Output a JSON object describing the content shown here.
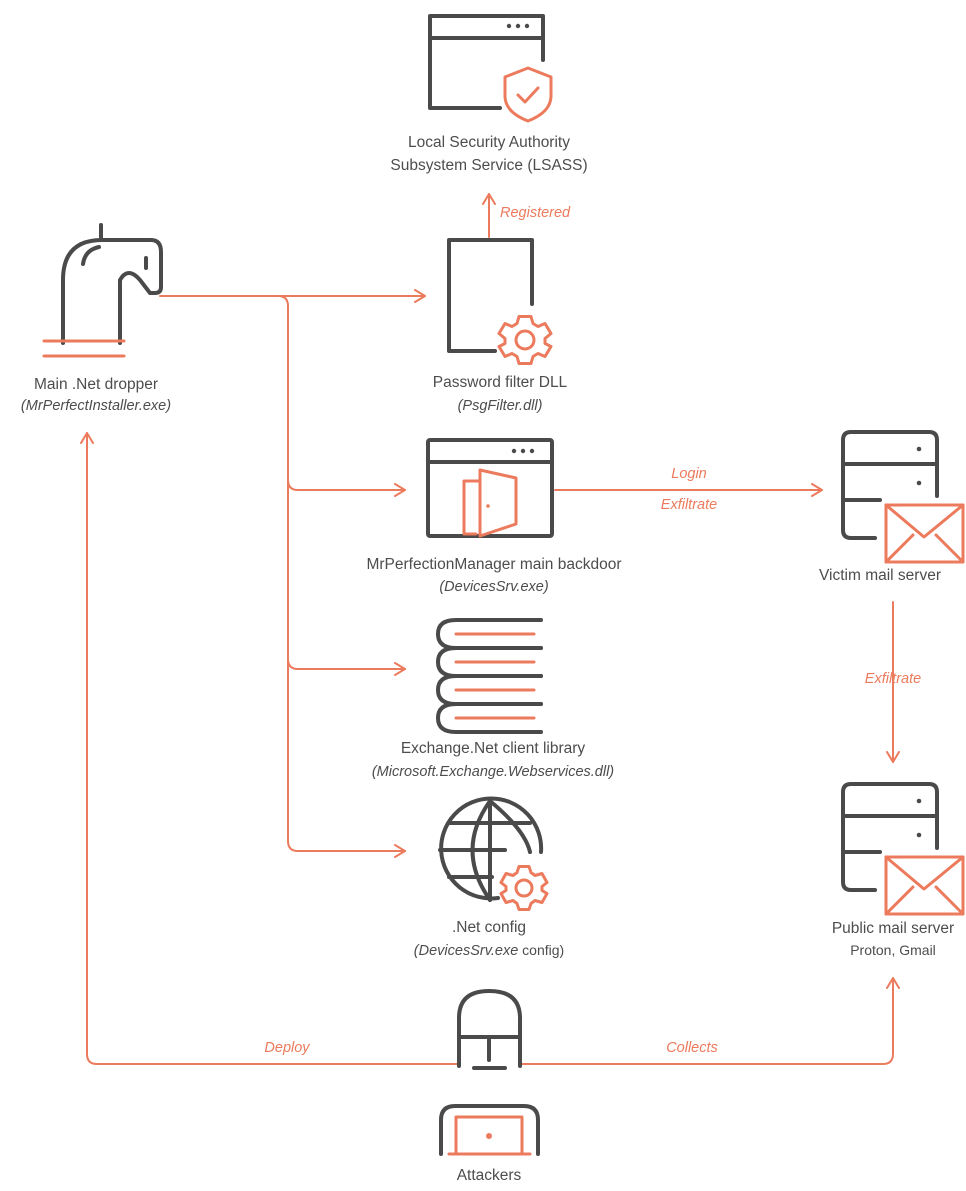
{
  "colors": {
    "accent": "#ec7a5c",
    "icon": "#4a4a4a",
    "text": "#4d4d4d",
    "background": "#ffffff"
  },
  "nodes": {
    "lsass": {
      "icon": "browser-shield-icon",
      "title_line1": "Local Security Authority",
      "title_line2": "Subsystem Service (LSASS)"
    },
    "dropper": {
      "icon": "trojan-horse-icon",
      "title": "Main .Net dropper",
      "subtitle": "(MrPerfectInstaller.exe)"
    },
    "password_filter": {
      "icon": "file-gear-icon",
      "title": "Password filter DLL",
      "subtitle": "(PsgFilter.dll)"
    },
    "backdoor": {
      "icon": "browser-door-icon",
      "title": "MrPerfectionManager main backdoor",
      "subtitle": "(DevicesSrv.exe)"
    },
    "victim_mail": {
      "icon": "server-mail-icon",
      "title": "Victim mail server"
    },
    "exchange_lib": {
      "icon": "books-icon",
      "title": "Exchange.Net client library",
      "subtitle": "(Microsoft.Exchange.Webservices.dll)"
    },
    "net_config": {
      "icon": "globe-gear-icon",
      "title": ".Net config",
      "subtitle_italic": "(DevicesSrv.exe",
      "subtitle_rest": " config)"
    },
    "public_mail": {
      "icon": "server-mail-icon",
      "title": "Public mail server",
      "subtitle": "Proton, Gmail"
    },
    "attackers": {
      "icon": "hacker-laptop-icon",
      "title": "Attackers"
    }
  },
  "edges": {
    "registered": "Registered",
    "login": "Login",
    "exfiltrate_1": "Exfiltrate",
    "exfiltrate_2": "Exfiltrate",
    "deploy": "Deploy",
    "collects": "Collects"
  }
}
